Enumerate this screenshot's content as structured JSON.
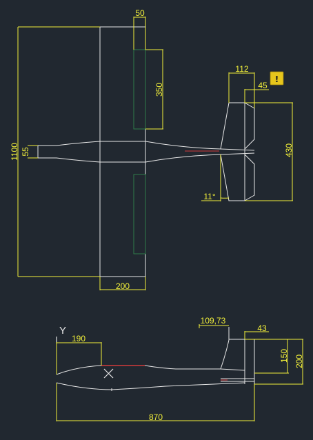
{
  "colors": {
    "background": "#212830",
    "geometry": "#e8e8e8",
    "dimension": "#f2f03a",
    "aileron": "#2e7d4a",
    "centerline": "#d23b3b",
    "warning": "#e7c61c"
  },
  "icons": {
    "warning": "warning-icon",
    "ucs_y": "ucs-y-axis-icon",
    "ucs_x": "ucs-x-axis-icon"
  },
  "warning_glyph": "!",
  "ucs_y_label": "Y",
  "top_view": {
    "dims": {
      "span": "1100",
      "fuselage_width": "55",
      "root_chord": "200",
      "aileron_width": "50",
      "aileron_length": "350",
      "stab_chord": "112",
      "elevator_chord": "45",
      "stab_span": "430",
      "sweep_angle": "11°"
    }
  },
  "side_view": {
    "dims": {
      "wing_position": "190",
      "fin_offset": "109,73",
      "rudder_chord": "43",
      "fin_height": "150",
      "tail_height": "200",
      "fuselage_length": "870"
    }
  }
}
